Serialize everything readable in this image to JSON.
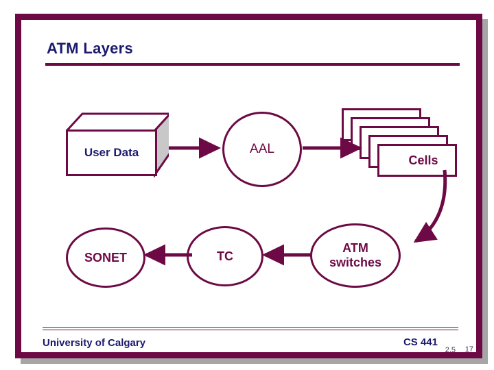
{
  "slide": {
    "title": "ATM Layers",
    "frame_color": "#6d0a45",
    "title_color": "#1a1a6e",
    "accent_color": "#6d0a45",
    "background": "#ffffff"
  },
  "diagram": {
    "nodes": {
      "user_data": {
        "label": "User Data",
        "shape": "3d-box"
      },
      "aal": {
        "label": "AAL",
        "shape": "ellipse"
      },
      "cells": {
        "label": "Cells",
        "shape": "stacked-rectangles",
        "stack_count": 5
      },
      "atm_switches": {
        "label_line1": "ATM",
        "label_line2": "switches",
        "shape": "ellipse"
      },
      "tc": {
        "label": "TC",
        "shape": "ellipse"
      },
      "sonet": {
        "label": "SONET",
        "shape": "ellipse"
      }
    },
    "edges": [
      {
        "from": "user_data",
        "to": "aal",
        "style": "straight-arrow",
        "direction": "right"
      },
      {
        "from": "aal",
        "to": "cells",
        "style": "straight-arrow",
        "direction": "right"
      },
      {
        "from": "cells",
        "to": "atm_switches",
        "style": "curved-arrow",
        "direction": "down-left"
      },
      {
        "from": "atm_switches",
        "to": "tc",
        "style": "straight-arrow",
        "direction": "left"
      },
      {
        "from": "tc",
        "to": "sonet",
        "style": "straight-arrow",
        "direction": "left"
      }
    ]
  },
  "footer": {
    "organization": "University of Calgary",
    "course": "CS 441",
    "section_number": "2.5",
    "slide_number": "17"
  }
}
